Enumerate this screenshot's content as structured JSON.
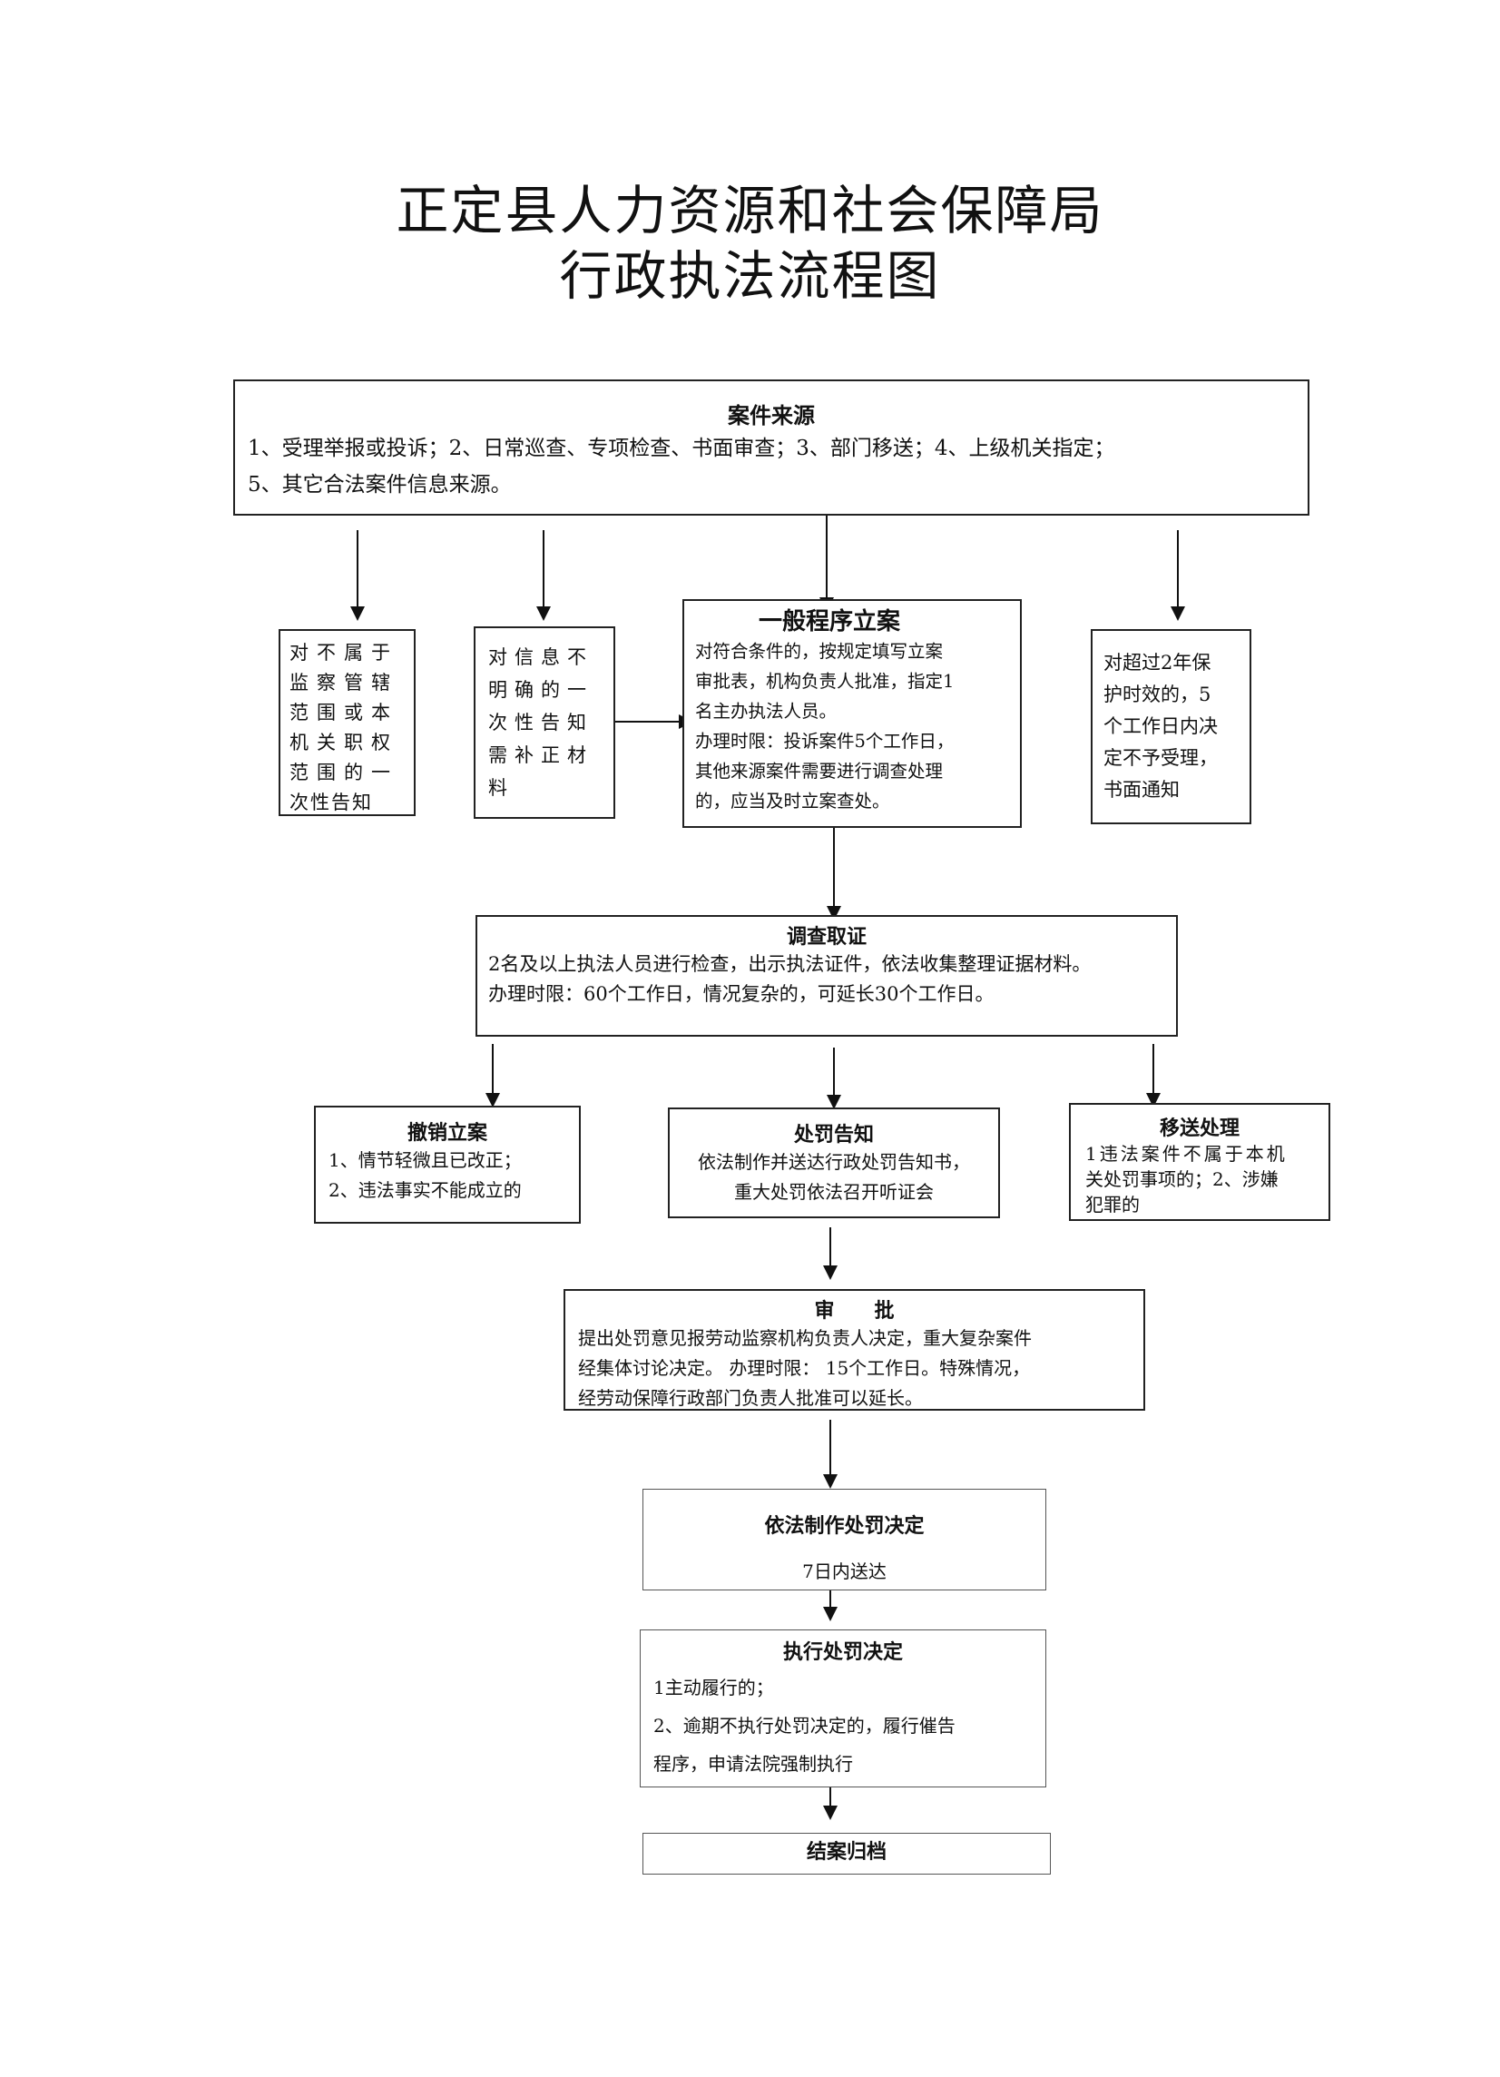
{
  "title": {
    "line1": "正定县人力资源和社会保障局",
    "line2": "行政执法流程图"
  },
  "source": {
    "title": "案件来源",
    "line1": "1、受理举报或投诉；2、日常巡查、专项检查、书面审查；3、部门移送；4、上级机关指定；",
    "line2": "5、其它合法案件信息来源。"
  },
  "not_jurisdiction": {
    "lines": [
      "对不属于",
      "监察管辖",
      "范围或本",
      "机关职权",
      "范围的一",
      "次性告知"
    ]
  },
  "unclear_info": {
    "lines": [
      "对信息不",
      "明确的一",
      "次性告知",
      "需补正材",
      "料"
    ]
  },
  "general_case": {
    "title": "一般程序立案",
    "lines": [
      "对符合条件的，按规定填写立案",
      "审批表，机构负责人批准，指定1",
      "名主办执法人员。",
      "办理时限：投诉案件5个工作日，",
      "其他来源案件需要进行调查处理",
      "的，应当及时立案查处。"
    ]
  },
  "overdue": {
    "lines": [
      "对超过2年保",
      "护时效的，5",
      "个工作日内决",
      "定不予受理，",
      "书面通知"
    ]
  },
  "investigation": {
    "title": "调查取证",
    "line1": "2名及以上执法人员进行检查，出示执法证件，依法收集整理证据材料。",
    "line2": "办理时限：60个工作日，情况复杂的，可延长30个工作日。"
  },
  "revoke": {
    "title": "撤销立案",
    "lines": [
      "1、情节轻微且已改正；",
      "2、违法事实不能成立的"
    ]
  },
  "penalty_notice": {
    "title": "处罚告知",
    "lines": [
      "依法制作并送达行政处罚告知书，",
      "重大处罚依法召开听证会"
    ]
  },
  "transfer": {
    "title": "移送处理",
    "lines": [
      "1违法案件不属于本机",
      "关处罚事项的；2、涉嫌",
      "犯罪的"
    ]
  },
  "approval": {
    "title": "审　　批",
    "lines": [
      "提出处罚意见报劳动监察机构负责人决定，重大复杂案件",
      "经集体讨论决定。 办理时限： 15个工作日。特殊情况，",
      "经劳动保障行政部门负责人批准可以延长。"
    ]
  },
  "decision": {
    "title": "依法制作处罚决定",
    "note": "7日内送达"
  },
  "execute": {
    "title": "执行处罚决定",
    "lines": [
      "1主动履行的；",
      "2、逾期不执行处罚决定的，履行催告",
      "程序，申请法院强制执行"
    ]
  },
  "archive": {
    "title": "结案归档"
  }
}
